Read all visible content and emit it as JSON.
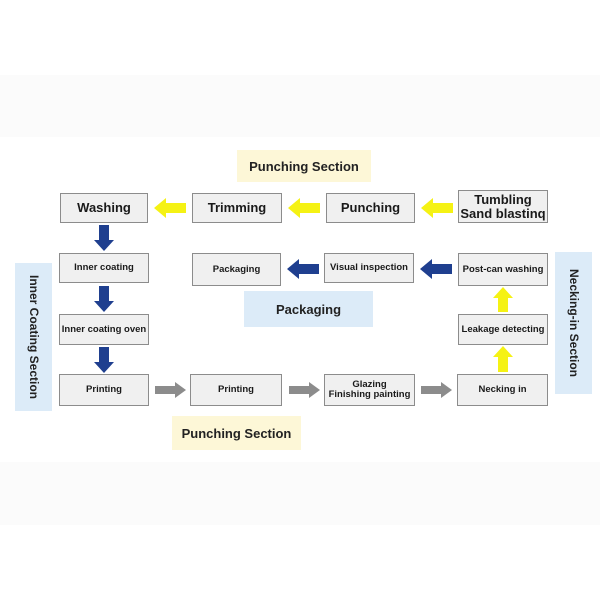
{
  "sections": {
    "top": "Punching Section",
    "bottom": "Punching Section",
    "packaging": "Packaging",
    "left": "Inner Coating Section",
    "right": "Necking-in Section"
  },
  "steps": {
    "washing": "Washing",
    "trimming": "Trimming",
    "punching": "Punching",
    "tumbling": "Tumbling\nSand blastinq",
    "inner_coating": "Inner coating",
    "packaging": "Packaging",
    "visual_inspection": "Visual inspection",
    "post_can_washing": "Post-can washing",
    "inner_coating_oven": "Inner coating oven",
    "leakage_detecting": "Leakage detecting",
    "printing_1": "Printing",
    "printing_2": "Printing",
    "glazing": "Glazing\nFinishing painting",
    "necking_in": "Necking in"
  },
  "colors": {
    "yellow_arrow": "#f5f214",
    "navy_arrow": "#1f3f8f",
    "gray_arrow": "#8c8c8c"
  }
}
